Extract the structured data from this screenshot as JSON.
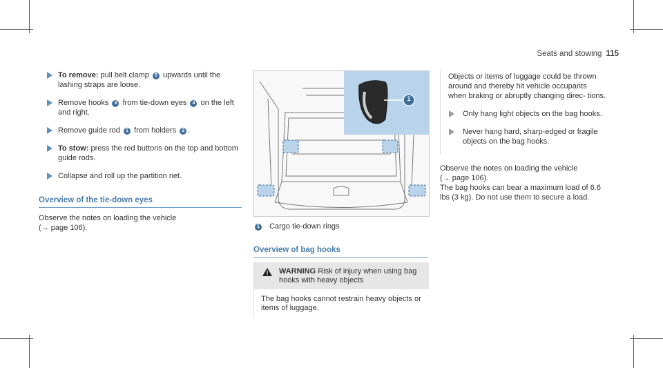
{
  "header": {
    "section": "Seats and stowing",
    "page": "115"
  },
  "left": {
    "steps": [
      {
        "lead": "To remove:",
        "parts": [
          "pull belt clamp ",
          {
            "n": "5"
          },
          " upwards until the lashing straps are loose."
        ]
      },
      {
        "lead": "",
        "parts": [
          "Remove hooks ",
          {
            "n": "3"
          },
          " from tie-down eyes ",
          {
            "n": "4"
          },
          " on the left and right."
        ]
      },
      {
        "lead": "",
        "parts": [
          "Remove guide rod ",
          {
            "n": "1"
          },
          " from holders ",
          {
            "n": "2"
          },
          "."
        ]
      },
      {
        "lead": "To stow:",
        "parts": [
          "press the red buttons on the top and bottom guide rods."
        ]
      },
      {
        "lead": "",
        "parts": [
          "Collapse and roll up the partition net."
        ]
      }
    ],
    "section_title": "Overview of the tie-down eyes",
    "para_line1": "Observe the notes on loading the vehicle",
    "para_line2": "(→ page 106)."
  },
  "middle": {
    "caption_num": "1",
    "caption": "Cargo tie-down rings",
    "section_title": "Overview of bag hooks",
    "warning_label": "WARNING",
    "warning_text": "Risk of injury when using bag hooks with heavy objects",
    "warning_body": "The bag hooks cannot restrain heavy objects or items of luggage.",
    "figure_callout": "1"
  },
  "right": {
    "intro": "Objects or items of luggage could be thrown around and thereby hit vehicle occupants when braking or abruptly changing direc- tions.",
    "bullets": [
      "Only hang light objects on the bag hooks.",
      "Never hang hard, sharp-edged or fragile objects on the bag hooks."
    ],
    "para_line1": "Observe the notes on loading the vehicle",
    "para_line2": "(→ page 106).",
    "para2": "The bag hooks can bear a maximum load of 6.6 lbs (3 kg). Do not use them to secure a load."
  },
  "colors": {
    "accent": "#4a7dad",
    "bullet": "#5f8fb8",
    "inset": "#b8d3ea"
  }
}
